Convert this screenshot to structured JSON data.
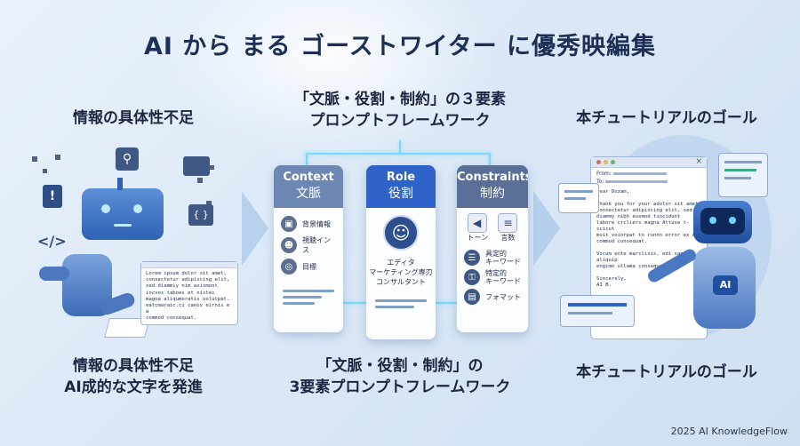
{
  "title": "AI から まる ゴーストワイター に優秀映編集",
  "left": {
    "heading_top": "情報の具体性不足",
    "heading_bottom_1": "情報の具体性不足",
    "heading_bottom_2": "AI成的な文字を発進",
    "doc_text": "Lorem ipsum dolor sit amet,\nconsectetur adipiscing elit,\nsed diammiy nim axismont\nincvos taboes et nistec\nmagna aliqumoratis volutpat.\neatcmaraic.ci caniv eirnis e a\ncommod consequat.",
    "code_symbol": "</>",
    "brace_symbol": "{ }"
  },
  "center": {
    "heading_top_1": "「文脈・役割・制約」の３要素",
    "heading_top_2": "プロンプトフレームワーク",
    "heading_bottom_1": "「文脈・役割・制約」の",
    "heading_bottom_2": "3要素プロンプトフレームワーク",
    "context": {
      "en": "Context",
      "jp": "文脈",
      "items": [
        "背景情報",
        "視聴インス",
        "目標"
      ]
    },
    "role": {
      "en": "Role",
      "jp": "役割",
      "desc_1": "エディタ",
      "desc_2": "マーケティング専刃",
      "desc_3": "コンサルタント"
    },
    "constraints": {
      "en": "Constraints",
      "jp": "制約",
      "tone": "トーン",
      "words": "言数",
      "items": [
        "具定的\nキーワード",
        "特定的\nキーワード",
        "フォマット"
      ]
    }
  },
  "right": {
    "heading_top": "本チュートリアルのゴール",
    "heading_bottom": "本チュートリアルのゴール",
    "from_label": "From:",
    "to_label": "To:",
    "email_text": "Dear Dozam,\n\nThank you for your adolor sit amet,\nconsectetur adipiscing elit, sed\ndiammy nibh eusmod tincidunt\nlabore crcliers magna Attuve t-scicut\nmoit voiorpat to runnn error ex ea\ncommod consequat.\n\nVicum ente marclixis, edi sac aliquip\nengimo ullama consequat.\n\nSincerely,\nAI B.",
    "ai_label": "AI"
  },
  "footer": "2025 AI KnowledgeFlow",
  "colors": {
    "context": "#6d87b5",
    "role": "#2f63c9",
    "constraints": "#5a6f98",
    "accent_line": "#7fd6f5"
  }
}
